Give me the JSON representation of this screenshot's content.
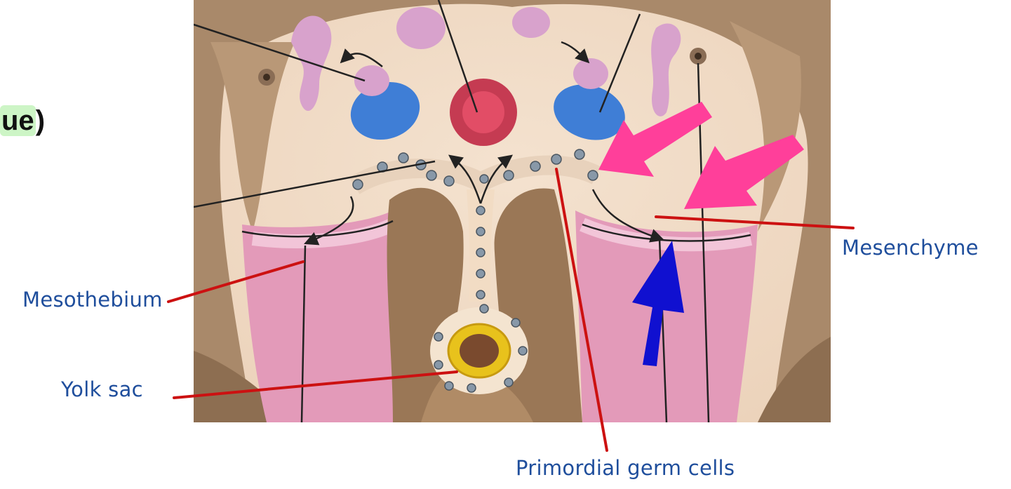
{
  "heading": {
    "highlighted": "ue",
    "suffix": ")"
  },
  "labels": {
    "mesothelium": "Mesothebium",
    "yolk_sac": "Yolk sac",
    "primordial_germ_cells": "Primordial germ cells",
    "mesenchyme": "Mesenchyme"
  },
  "colors": {
    "label_text": "#1f4e9c",
    "leader_lines": "#cc1111",
    "pink_arrows": "#ff3f9a",
    "blue_arrow": "#1010d0",
    "highlight": "#cdf5c6"
  }
}
